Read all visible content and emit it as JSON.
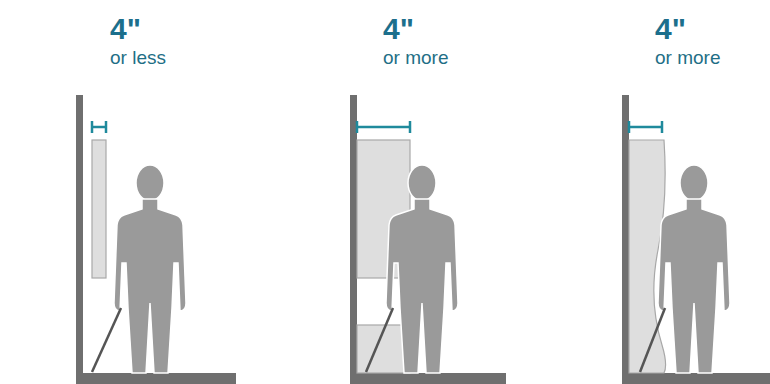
{
  "diagram": {
    "labels": [
      "4\"",
      "or less",
      "4\"",
      "or more",
      "4\"",
      "or more"
    ]
  }
}
